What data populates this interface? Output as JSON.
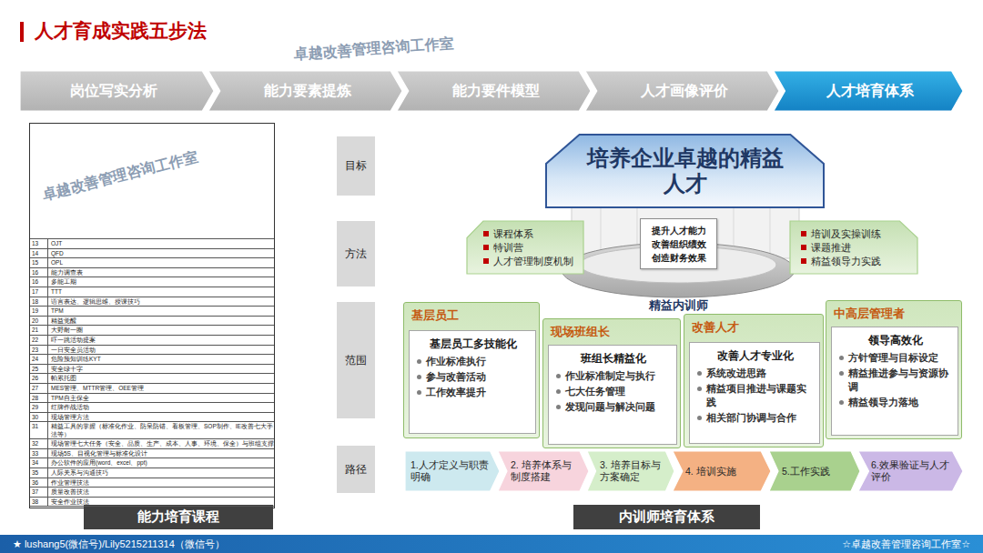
{
  "diagram": {
    "title": "人才育成实践五步法",
    "nodes": [
      {
        "text": [
          "岗位写实分析"
        ]
      },
      {
        "text": [
          "能力要素提炼"
        ]
      },
      {
        "text": [
          "能力要件模型"
        ]
      },
      {
        "text": [
          "人才画像评价"
        ]
      },
      {
        "text": [
          "人才培育体系"
        ]
      },
      {
        "text": [
          "目标"
        ]
      },
      {
        "text": [
          "方法"
        ]
      },
      {
        "text": [
          "范围"
        ]
      },
      {
        "text": [
          "路径"
        ]
      },
      {
        "text": [
          "培养企业卓越的精益人才"
        ]
      },
      {
        "text": [
          "课程体系",
          "特训营",
          "人才管理制度机制"
        ]
      },
      {
        "text": [
          "提升人才能力 改善组织绩效 创造财务效果"
        ]
      },
      {
        "text": [
          "培训及实操训练",
          "课题推进",
          "精益领导力实践"
        ]
      },
      {
        "text": [
          "基层员工"
        ]
      },
      {
        "text": [
          "基层员工多技能化",
          "作业标准执行",
          "参与改善活动",
          "工作效率提升"
        ],
        "in": 13
      },
      {
        "text": [
          "现场班组长"
        ]
      },
      {
        "text": [
          "班组长精益化",
          "作业标准制定与执行",
          "七大任务管理",
          "发现问题与解决问题"
        ],
        "in": 15
      },
      {
        "text": [
          "改善人才"
        ]
      },
      {
        "text": [
          "改善人才专业化",
          "系统改进思路",
          "精益项目推进与课题实践",
          "相关部门协调与合作"
        ],
        "in": 17
      },
      {
        "text": [
          "中高层管理者"
        ]
      },
      {
        "text": [
          "领导高效化",
          "方针管理与目标设定",
          "精益推进参与与资源协调",
          "精益领导力落地"
        ],
        "in": 19
      },
      {
        "text": [
          "1.人才定义与职责明确"
        ]
      },
      {
        "text": [
          "2. 培养体系与制度搭建"
        ]
      },
      {
        "text": [
          "3. 培养目标与方案确定"
        ]
      },
      {
        "text": [
          "4. 培训实施"
        ]
      },
      {
        "text": [
          "5.工作实践"
        ]
      },
      {
        "text": [
          "6.效果验证与人才评价"
        ]
      },
      {
        "text": [
          "能力培育课程"
        ]
      },
      {
        "text": [
          "内训师培育体系"
        ]
      },
      {
        "text": [
          "★ lushang5(微信号)/Lily5215211314（微信号）",
          "☆卓越改善管理咨询工作室☆"
        ]
      }
    ],
    "labels": [
      "13",
      "OJT",
      "14",
      "QFD",
      "15",
      "OPL",
      "16",
      "能力调查表",
      "16",
      "多能工期",
      "17",
      "TTT",
      "18",
      "语言表达、逻辑思维、授课技巧",
      "19",
      "TPM",
      "20",
      "精益觉醒",
      "21",
      "大野耐一圈",
      "22",
      "吓一跳活动提案",
      "23",
      "一日安全员活动",
      "24",
      "危险预知训练KYT",
      "25",
      "安全绿十字",
      "26",
      "帕累托图",
      "27",
      "MES管理、MTTR管理、OEE管理",
      "28",
      "TPM自主保全",
      "29",
      "红牌作战活动",
      "30",
      "现场管理方法",
      "31",
      "精益工具的掌握（标准化作业、防呆防错、看板管理、SOP制作、IE改善七大手法等）",
      "32",
      "现场管理七大任务（安全、品质、生产、成本、人事、环境、保全）与班组支撑",
      "33",
      "现场5S、目视化管理与标准化设计",
      "34",
      "办公软件的应用(word、excel、ppt)",
      "35",
      "人际关系与沟通技巧",
      "36",
      "作业管理技法",
      "37",
      "质量改善技法",
      "38",
      "安全作业技法",
      "精益内训师",
      "卓越改善管理咨询工作室",
      "卓越改善管理咨询工作室"
    ]
  }
}
